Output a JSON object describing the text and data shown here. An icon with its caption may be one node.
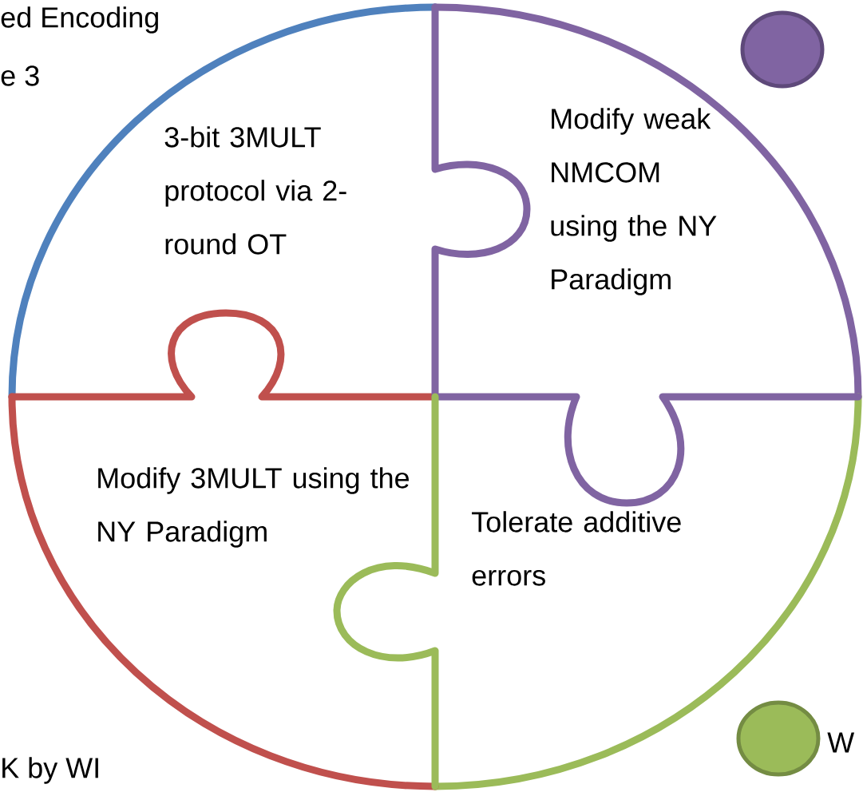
{
  "diagram": {
    "nodes": [
      {
        "text": [
          "3-bit 3MULT protocol via 2-round OT"
        ]
      },
      {
        "text": [
          "Modify weak NMCOM using the NY Paradigm"
        ]
      },
      {
        "text": [
          "Modify 3MULT using the NY Paradigm"
        ]
      },
      {
        "text": [
          "Tolerate additive errors"
        ]
      }
    ],
    "labels": [
      "ed Encoding",
      "e 3",
      "K by WI"
    ],
    "legend": [
      {
        "text": "W",
        "color": "#9bbb59"
      }
    ]
  }
}
